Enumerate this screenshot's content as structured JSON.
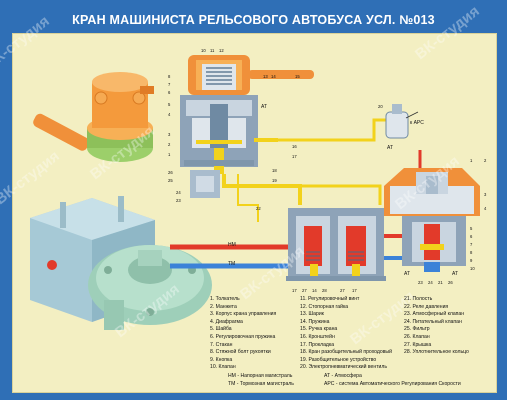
{
  "title": "КРАН МАШИНИСТА РЕЛЬСОВОГО АВТОБУСА УСЛ. №013",
  "watermark": "ВК-студия",
  "labels": {
    "k_ars": "к АРС",
    "at": "АТ",
    "nm": "НМ",
    "tm": "ТМ"
  },
  "legend_col1": [
    "1. Толкатель",
    "2. Манжета",
    "3. Корпус крана управления",
    "4. Диафрагма",
    "5. Шайба",
    "6. Регулировочная пружина",
    "7. Стакан",
    "8. Стяжной болт рукоятки",
    "9. Кнопка",
    "10. Клапан"
  ],
  "legend_col2": [
    "11. Регулировочный винт",
    "12. Стопорная гайка",
    "13. Шарик",
    "14. Пружина",
    "15. Ручка крана",
    "16. Кронштейн",
    "17. Прокладка",
    "18. Кран разобщительный проходовый",
    "19. Разобщительное устройство",
    "20. Электропневматический вентиль"
  ],
  "legend_col3": [
    "21. Полость",
    "22. Реле давления",
    "23. Атмосферный клапан",
    "24. Питательный клапан",
    "25. Фильтр",
    "26. Клапан",
    "27. Крышка",
    "28. Уплотнительное кольцо"
  ],
  "abbrev_left": [
    "НМ - Напорная магистраль",
    "ТМ - Тормозная магистраль"
  ],
  "abbrev_right": [
    "АТ - Атмосфера",
    "АРС - система Автоматического Регулирования Скорости"
  ],
  "callouts_top": [
    "10",
    "11",
    "12",
    "13",
    "14",
    "15"
  ],
  "callouts_left": [
    "8",
    "7",
    "6",
    "5",
    "4",
    "3",
    "2",
    "1",
    "26",
    "25",
    "24",
    "23",
    "22"
  ],
  "callouts_right_valve": [
    "16",
    "17",
    "18",
    "19",
    "20"
  ],
  "callouts_relay": [
    "1",
    "2",
    "3",
    "4",
    "5",
    "6",
    "7",
    "8",
    "9",
    "10"
  ],
  "callouts_bottom": [
    "17",
    "27",
    "14",
    "28",
    "27",
    "17",
    "23",
    "24",
    "21",
    "26"
  ],
  "colors": {
    "background": "#2f6fb6",
    "panel": "#f3efc2",
    "supply": "#e23a2a",
    "brake": "#3b82d8",
    "control": "#f2d21b",
    "body": "#8ea3b8",
    "handle": "#f0903a"
  }
}
